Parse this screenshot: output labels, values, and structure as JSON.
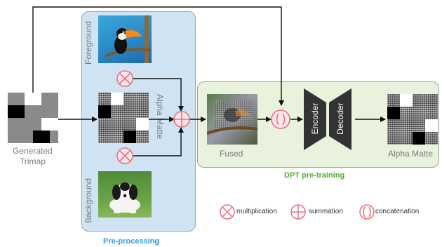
{
  "trimap": {
    "label_line1": "Generated",
    "label_line2": "Trimap"
  },
  "preprocessing": {
    "title": "Pre-processing",
    "foreground_label": "Foreground",
    "alpha_matte_label": "Alpha Matte",
    "background_label": "Background"
  },
  "dpt": {
    "title": "DPT pre-training",
    "fused_label": "Fused",
    "encoder_label": "Encoder",
    "decoder_label": "Decoder",
    "output_label": "Alpha Matte"
  },
  "legend": {
    "multiplication": "multiplication",
    "summation": "summation",
    "concatenation": "concatenation"
  },
  "colors": {
    "preprocessing_title": "#2e9be0",
    "dpt_title": "#4fae2e",
    "operator": "#e8707e",
    "block": "#333333"
  },
  "icons": [
    "multiplication-icon",
    "summation-icon",
    "concatenation-icon",
    "toucan-image",
    "dog-image"
  ]
}
